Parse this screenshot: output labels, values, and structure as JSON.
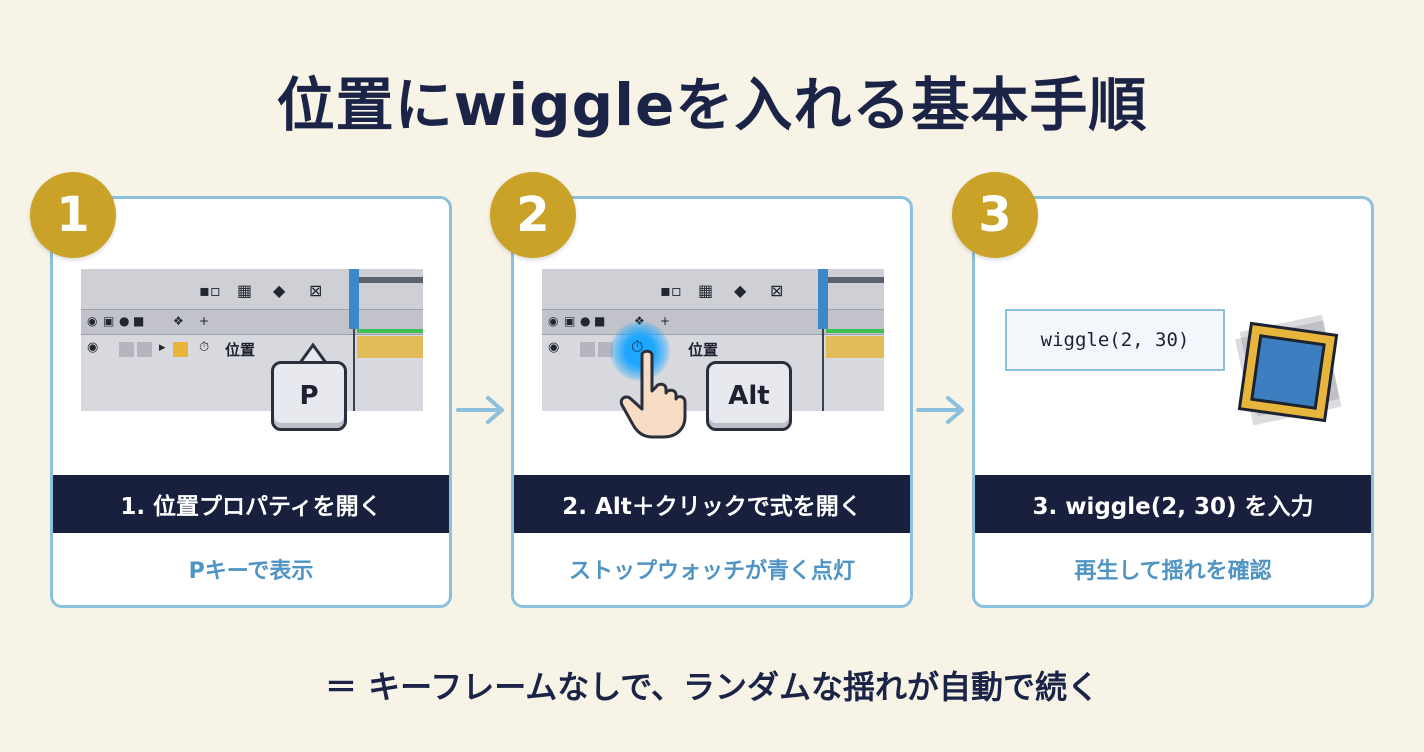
{
  "title": "位置にwiggleを入れる基本手順",
  "colors": {
    "background": "#f7f3e6",
    "navy": "#18203e",
    "gold": "#c9a227",
    "accent_blue": "#4f94c4",
    "card_border": "#8cc1de"
  },
  "steps": [
    {
      "number": "1",
      "bar_label": "1. 位置プロパティを開く",
      "subtitle": "Pキーで表示",
      "property_label": "位置",
      "key_label": "P"
    },
    {
      "number": "2",
      "bar_label": "2. Alt＋クリックで式を開く",
      "subtitle": "ストップウォッチが青く点灯",
      "property_label": "位置",
      "key_label": "Alt"
    },
    {
      "number": "3",
      "bar_label": "3. wiggle(2, 30) を入力",
      "subtitle": "再生して揺れを確認",
      "code": "wiggle(2, 30)"
    }
  ],
  "footer": "＝ キーフレームなしで、ランダムな揺れが自動で続く",
  "icons": [
    "eye-icon",
    "stopwatch-icon",
    "hand-pointer-icon",
    "arrow-right-icon",
    "jiggling-square-icon"
  ]
}
